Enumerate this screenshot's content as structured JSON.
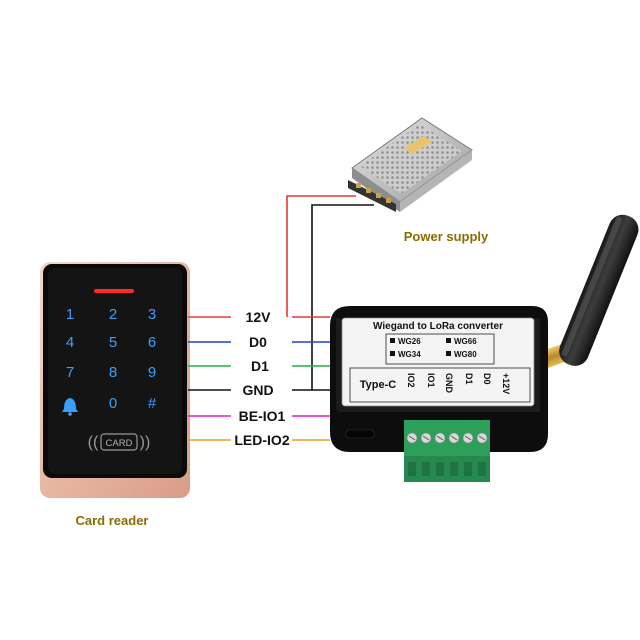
{
  "captions": {
    "power_supply": "Power supply",
    "card_reader": "Card reader"
  },
  "reader": {
    "keys": [
      "1",
      "2",
      "3",
      "4",
      "5",
      "6",
      "7",
      "8",
      "9",
      "0"
    ],
    "hash_key": "#",
    "card_label": "CARD"
  },
  "wires": [
    {
      "label": "12V",
      "color": "#e53935"
    },
    {
      "label": "D0",
      "color": "#1e3fd6"
    },
    {
      "label": "D1",
      "color": "#23b04a"
    },
    {
      "label": "GND",
      "color": "#111111"
    },
    {
      "label": "BE-IO1",
      "color": "#e020c8"
    },
    {
      "label": "LED-IO2",
      "color": "#e6a21a"
    }
  ],
  "converter": {
    "title": "Wiegand to LoRa converter",
    "modes": [
      "WG26",
      "WG66",
      "WG34",
      "WG80"
    ],
    "port": "Type-C",
    "pins": [
      "IO2",
      "IO1",
      "GND",
      "D1",
      "D0",
      "+12V"
    ]
  },
  "colors": {
    "caption": "#8a6d00",
    "reader_key": "#3aa0ff",
    "reader_led": "#ff2a2a"
  }
}
